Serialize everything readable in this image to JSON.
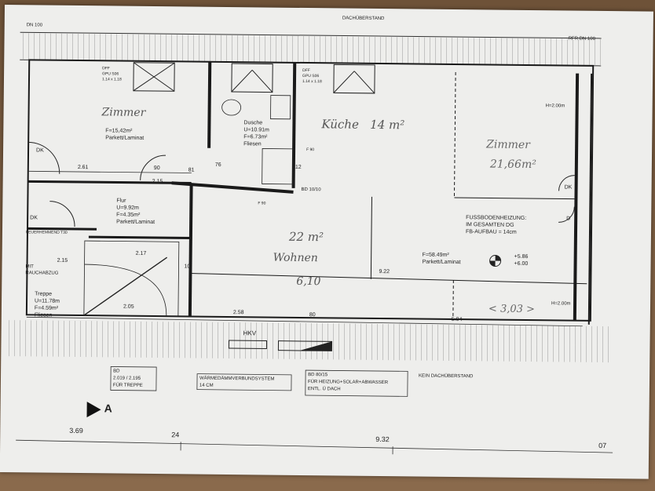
{
  "header": {
    "top_label": "DACHÜBERSTAND",
    "dn_left": "DN 100",
    "rfr": "RFR DN 100"
  },
  "rooms": {
    "zimmer1": {
      "hand": "Zimmer",
      "u": "F=15,42m²",
      "floor": "Parkett/Laminat",
      "dff": "DFF",
      "gpu": "GPU S06",
      "size": "1.14 x 1.18"
    },
    "dusche": {
      "name": "Dusche",
      "u": "U=10.91m",
      "f": "F=6.73m²",
      "floor": "Fliesen",
      "dff": "DFF",
      "gpu": "GPU S06",
      "size": "1.14 x 1.18"
    },
    "kueche": {
      "hand": "Küche   14 m²"
    },
    "zimmer2": {
      "hand": "Zimmer",
      "hand_area": "21,66m²",
      "h": "H=2.00m"
    },
    "flur": {
      "name": "Flur",
      "u": "U=9.92m",
      "f": "F=4.35m²",
      "floor": "Parkett/Laminat"
    },
    "wohnen": {
      "hand_area": "22 m²",
      "hand_name": "Wohnen",
      "hand_dim": "6,10",
      "f": "F=58.49m²",
      "floor": "Parkett/Laminat",
      "level1": "+5.86",
      "level2": "+6.00"
    },
    "treppe": {
      "name": "Treppe",
      "u": "U=11.78m",
      "f": "F=4.59m²",
      "floor": "Fliesen",
      "rauch": "MIT\nRAUCHABZUG",
      "feuer": "FEUERHEMMEND T30"
    }
  },
  "notes": {
    "heizung1": "FUSSBODENHEIZUNG:",
    "heizung2": "IM GESAMTEN DG",
    "heizung3": "FB-AUFBAU = 14cm",
    "h2": "H=2.00m",
    "hand_303": "< 3,03 >",
    "bd1010": "BD 10/10",
    "hkv": "HKV",
    "f90a": "F 90",
    "f90b": "F 90",
    "dk1": "DK",
    "dk2": "DK",
    "dk3": "DK",
    "d1": "D"
  },
  "dims": {
    "d261": "2.61",
    "d90": "90",
    "d81": "81",
    "d76": "76",
    "d215a": "2.15",
    "d215b": "2.15",
    "d217": "2.17",
    "d205": "2.05",
    "d258": "2.58",
    "d80": "80",
    "d594": "5.94",
    "d922": "9.22",
    "d369": "3.69",
    "d24": "24",
    "d932": "9.32",
    "d07": "07",
    "d10": "10",
    "d12": "12"
  },
  "legend": {
    "bd_stair": [
      "BD",
      "2.019 / 2.195",
      "FÜR TREPPE"
    ],
    "waerme": [
      "WÄRMEDÄMMVERBUNDSYSTEM",
      "14 CM"
    ],
    "bd80": [
      "BD 80/15",
      "FÜR HEIZUNG+SOLAR+ABWASSER",
      "ENTL. Ü DACH"
    ],
    "kein": "KEIN DACHÜBERSTAND"
  },
  "north": "A",
  "colors": {
    "paper": "#eeeeec",
    "wall": "#222222",
    "pencil": "#555555",
    "wood": "#7a5a3e"
  }
}
